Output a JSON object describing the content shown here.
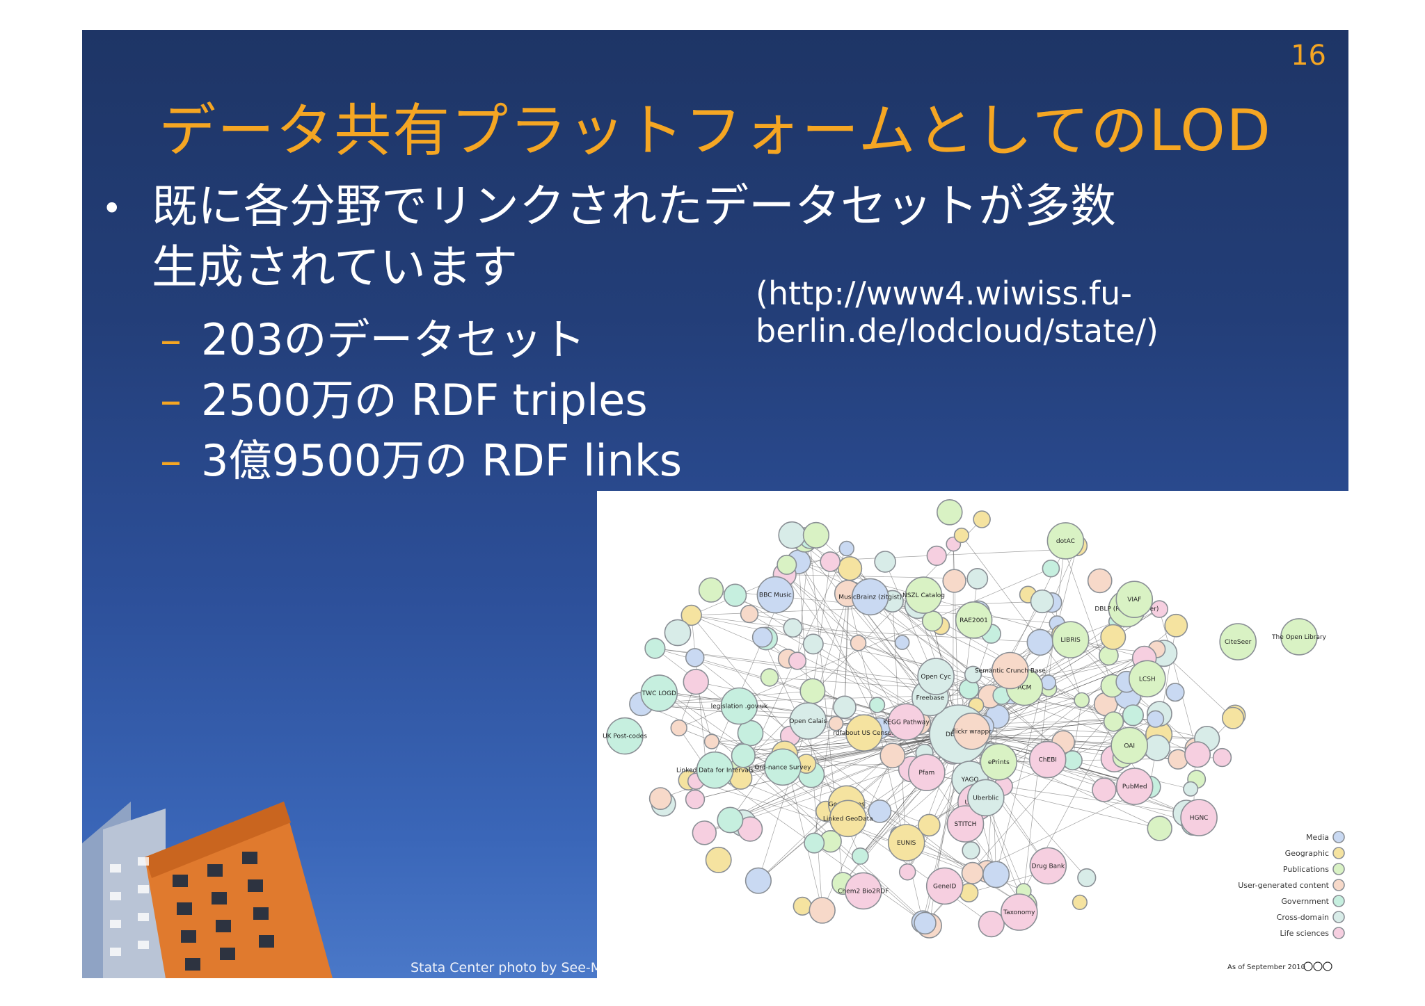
{
  "slide": {
    "number": "16",
    "title": "データ共有プラットフォームとしてのLOD",
    "bullet_line1": "既に各分野でリンクされたデータセットが多数",
    "bullet_line2": "生成されています",
    "sub_items": [
      "203のデータセット",
      "2500万の RDF triples",
      "3億9500万の RDF links"
    ],
    "url_line1": "(http://www4.wiwiss.fu-",
    "url_line2": "berlin.de/lodcloud/state/)",
    "photo_credit": "Stata Center photo by See-Ming"
  },
  "colors": {
    "title": "#f5a623",
    "text": "#ffffff",
    "background_top": "#1e3566",
    "background_bottom": "#4a78c8"
  },
  "lod_cloud": {
    "as_of": "As of September 2010",
    "legend": [
      {
        "label": "Media",
        "color": "#c9d9f2"
      },
      {
        "label": "Geographic",
        "color": "#f5e3a0"
      },
      {
        "label": "Publications",
        "color": "#d9f2c4"
      },
      {
        "label": "User-generated content",
        "color": "#f7d9c9"
      },
      {
        "label": "Government",
        "color": "#c6efdf"
      },
      {
        "label": "Cross-domain",
        "color": "#d8ece8"
      },
      {
        "label": "Life sciences",
        "color": "#f6cfe0"
      }
    ],
    "nodes": [
      {
        "label": "DBpedia",
        "domain": "cross"
      },
      {
        "label": "Geo Names",
        "domain": "geo"
      },
      {
        "label": "Freebase",
        "domain": "cross"
      },
      {
        "label": "YAGO",
        "domain": "cross"
      },
      {
        "label": "UniProt",
        "domain": "life"
      },
      {
        "label": "BBC Music",
        "domain": "media"
      },
      {
        "label": "MusicBrainz (zitgist)",
        "domain": "media"
      },
      {
        "label": "LIBRIS",
        "domain": "pub"
      },
      {
        "label": "LCSH",
        "domain": "pub"
      },
      {
        "label": "ACM",
        "domain": "pub"
      },
      {
        "label": "DBLP (RKB Explorer)",
        "domain": "pub"
      },
      {
        "label": "legislation .gov.uk",
        "domain": "gov"
      },
      {
        "label": "Linked Data for Intervals",
        "domain": "gov"
      },
      {
        "label": "TWC LOGD",
        "domain": "gov"
      },
      {
        "label": "Linked GeoData",
        "domain": "geo"
      },
      {
        "label": "rdfabout US Census",
        "domain": "geo"
      },
      {
        "label": "STITCH",
        "domain": "life"
      },
      {
        "label": "ChEBI",
        "domain": "life"
      },
      {
        "label": "Drug Bank",
        "domain": "life"
      },
      {
        "label": "Pfam",
        "domain": "life"
      },
      {
        "label": "PubMed",
        "domain": "life"
      },
      {
        "label": "GeneID",
        "domain": "life"
      },
      {
        "label": "flickr wrappr",
        "domain": "ugc"
      },
      {
        "label": "Semantic Crunch Base",
        "domain": "ugc"
      },
      {
        "label": "VIAF",
        "domain": "pub"
      },
      {
        "label": "OAI",
        "domain": "pub"
      },
      {
        "label": "RAE2001",
        "domain": "pub"
      },
      {
        "label": "CiteSeer",
        "domain": "pub"
      },
      {
        "label": "ePrints",
        "domain": "pub"
      },
      {
        "label": "dotAC",
        "domain": "pub"
      },
      {
        "label": "Open Cyc",
        "domain": "cross"
      },
      {
        "label": "Uberblic",
        "domain": "cross"
      },
      {
        "label": "Open Calais",
        "domain": "cross"
      },
      {
        "label": "Taxonomy",
        "domain": "life"
      },
      {
        "label": "KEGG Pathway",
        "domain": "life"
      },
      {
        "label": "HGNC",
        "domain": "life"
      },
      {
        "label": "Chem2 Bio2RDF",
        "domain": "life"
      },
      {
        "label": "Ord-nance Survey",
        "domain": "gov"
      },
      {
        "label": "UK Post-codes",
        "domain": "gov"
      },
      {
        "label": "EUNIS",
        "domain": "geo"
      },
      {
        "label": "NSZL Catalog",
        "domain": "pub"
      },
      {
        "label": "The Open Library",
        "domain": "pub"
      }
    ]
  }
}
